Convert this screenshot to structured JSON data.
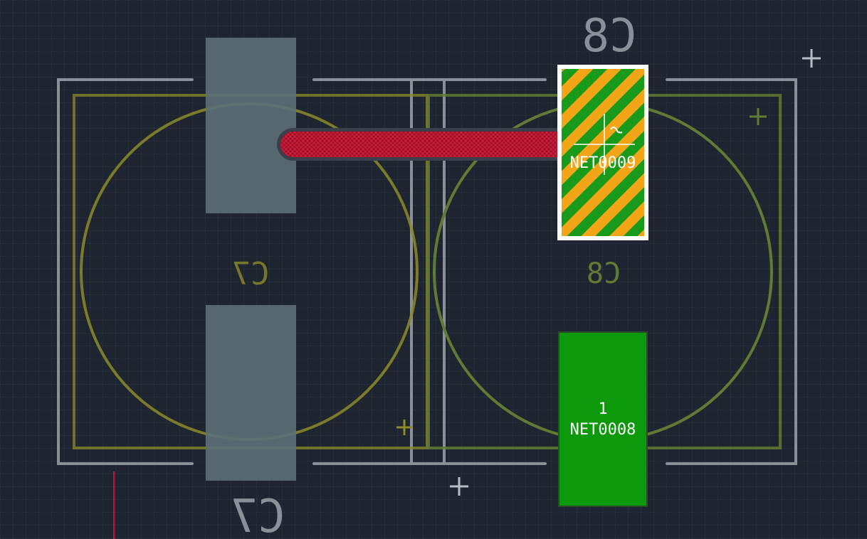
{
  "app": {
    "view": "pcb-editor-canvas"
  },
  "footprints": {
    "c7": {
      "silk_ref_top": "C7",
      "fab_ref_center": "C7",
      "pads": [
        {
          "number": "",
          "net": ""
        },
        {
          "number": "",
          "net": ""
        }
      ]
    },
    "c8": {
      "silk_ref_top": "C8",
      "fab_ref_center": "C8",
      "pads": [
        {
          "number": "",
          "net": "NET0009",
          "state": "selected"
        },
        {
          "number": "1",
          "net": "NET0008"
        }
      ]
    }
  },
  "colors": {
    "background": "#1e2430",
    "grid": "#2d3543",
    "silkscreen": "#8a9098",
    "courtyard_c7": "#8c8c2a",
    "courtyard_c8": "#617a34",
    "pad_c7": "#5c6f78",
    "pad_green": "#0c9a0c",
    "pad_selected_stripe_a": "#f2a516",
    "pad_selected_stripe_b": "#1a9a1a",
    "track_red": "#b0132a",
    "ruler_red": "#c8142c",
    "anchor_cross": "#a0a08a"
  },
  "cursor": {
    "icon": "crosshair-cursor"
  }
}
